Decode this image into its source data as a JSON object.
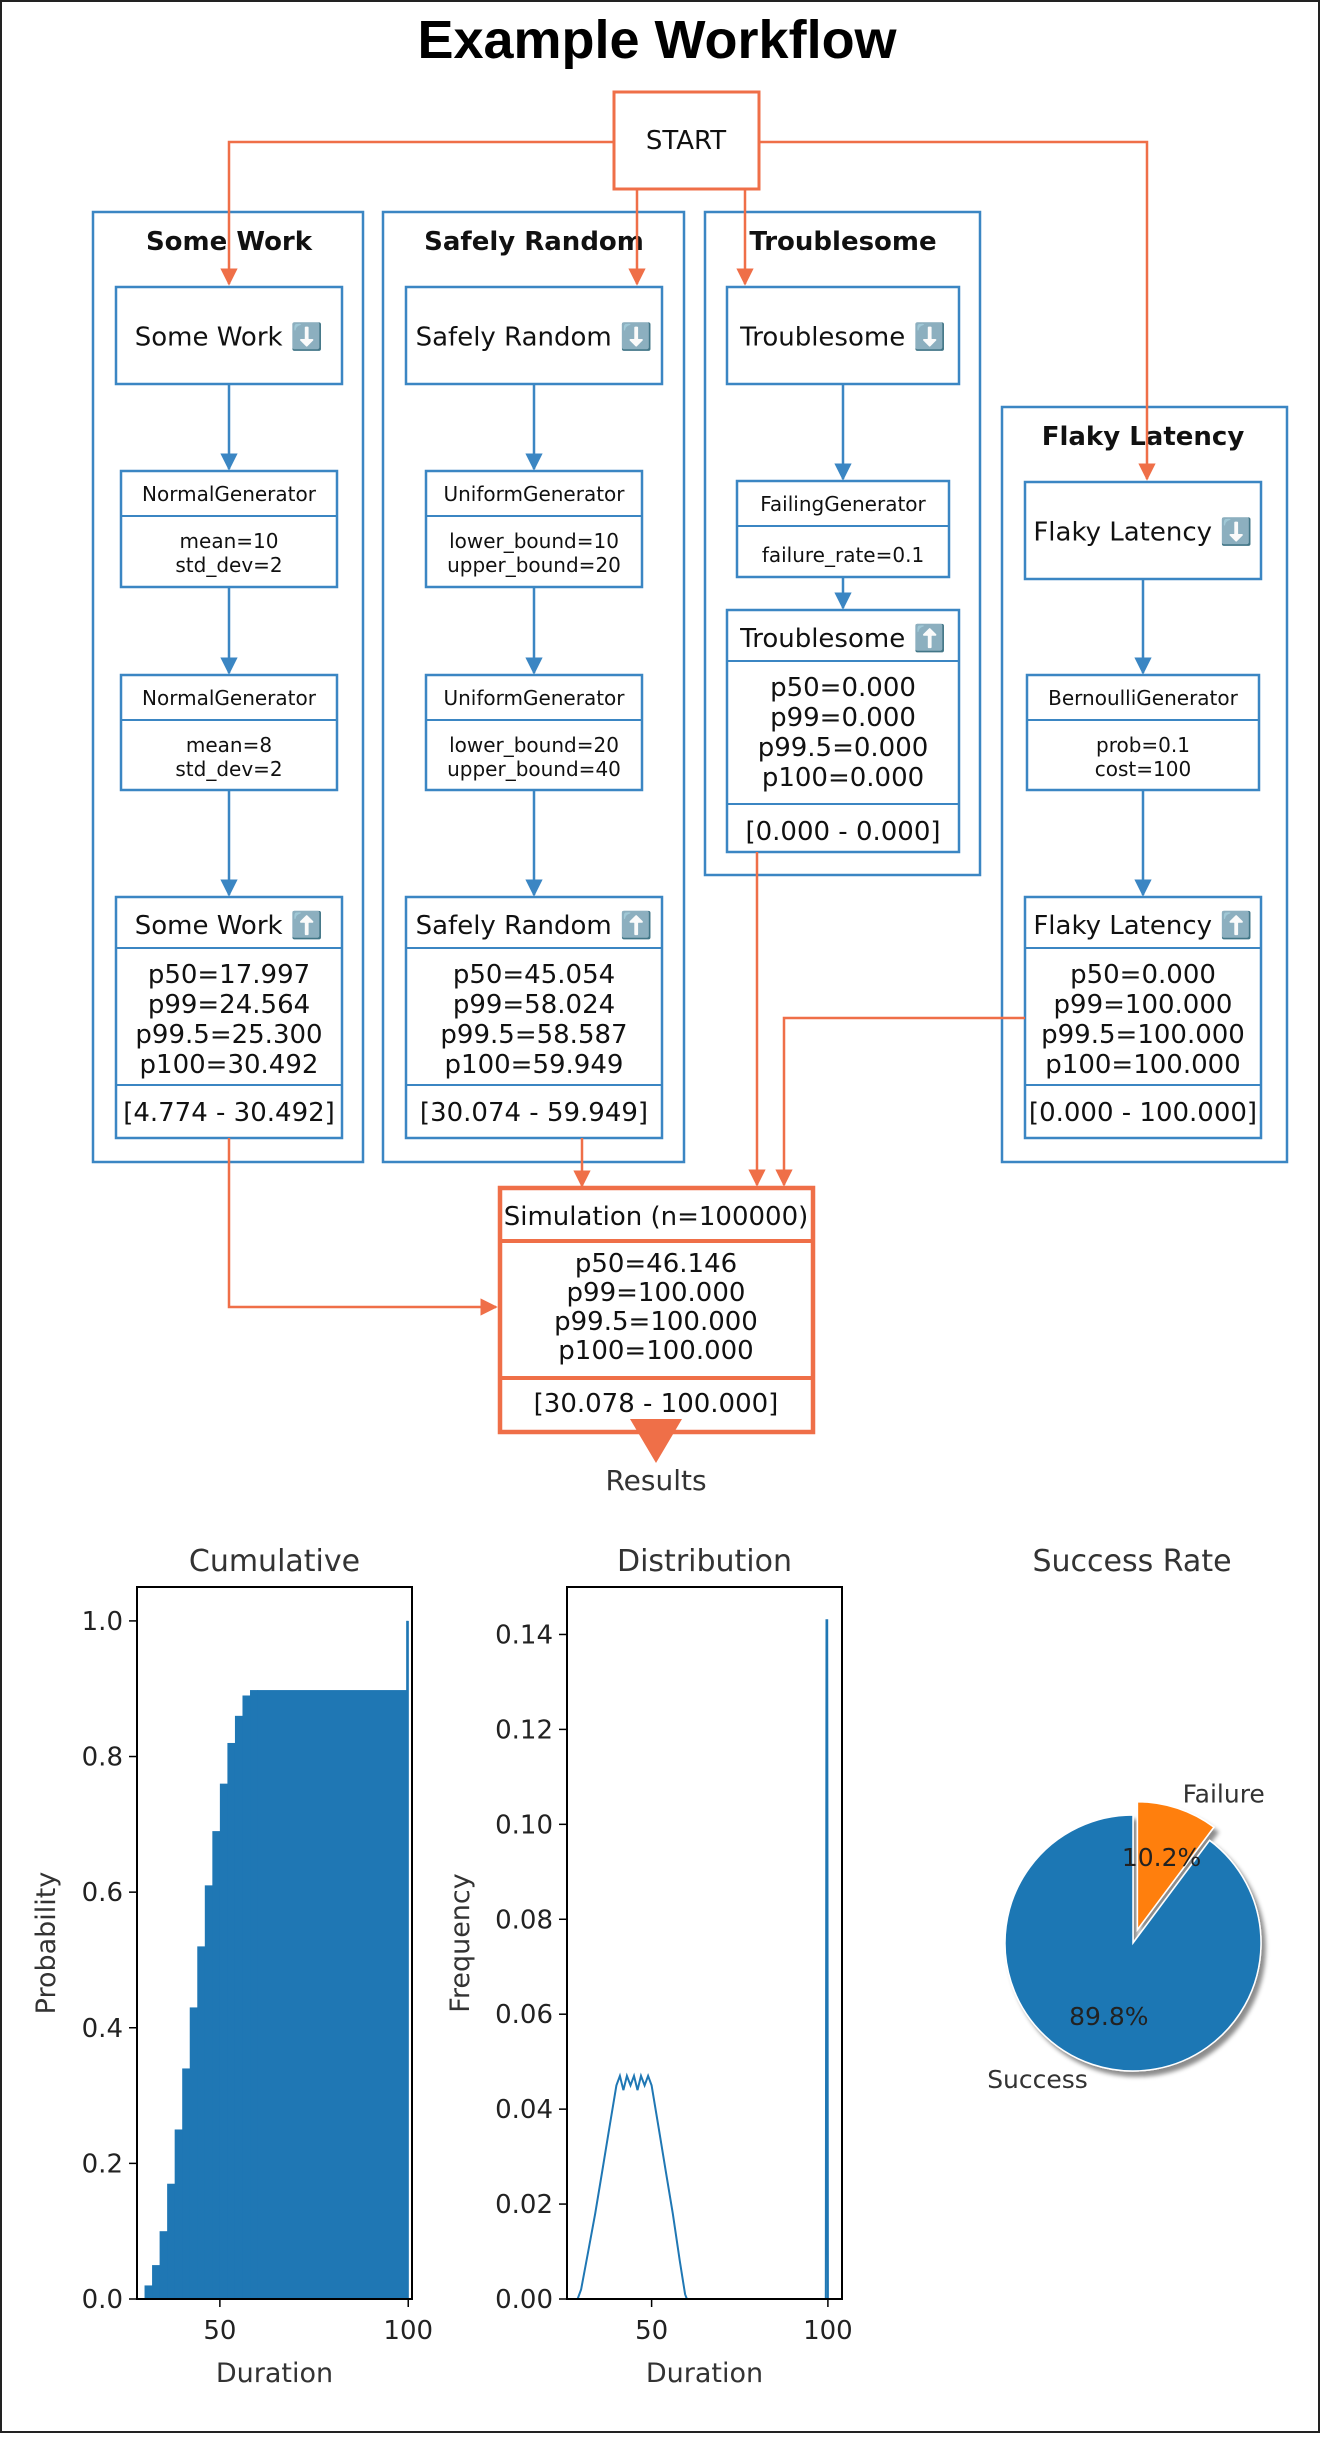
{
  "title": "Example Workflow",
  "start_label": "START",
  "clusters": [
    {
      "id": "some-work",
      "label": "Some Work",
      "entry_label": "Some Work ⬇️",
      "generators": [
        {
          "name": "NormalGenerator",
          "params": [
            "mean=10",
            "std_dev=2"
          ]
        },
        {
          "name": "NormalGenerator",
          "params": [
            "mean=8",
            "std_dev=2"
          ]
        }
      ],
      "summary_label": "Some Work ⬆️",
      "stats": [
        "p50=17.997",
        "p99=24.564",
        "p99.5=25.300",
        "p100=30.492"
      ],
      "range": "[4.774 - 30.492]"
    },
    {
      "id": "safely-random",
      "label": "Safely Random",
      "entry_label": "Safely Random ⬇️",
      "generators": [
        {
          "name": "UniformGenerator",
          "params": [
            "lower_bound=10",
            "upper_bound=20"
          ]
        },
        {
          "name": "UniformGenerator",
          "params": [
            "lower_bound=20",
            "upper_bound=40"
          ]
        }
      ],
      "summary_label": "Safely Random ⬆️",
      "stats": [
        "p50=45.054",
        "p99=58.024",
        "p99.5=58.587",
        "p100=59.949"
      ],
      "range": "[30.074 - 59.949]"
    },
    {
      "id": "troublesome",
      "label": "Troublesome",
      "entry_label": "Troublesome ⬇️",
      "generators": [
        {
          "name": "FailingGenerator",
          "params": [
            "failure_rate=0.1"
          ]
        }
      ],
      "summary_label": "Troublesome ⬆️",
      "stats": [
        "p50=0.000",
        "p99=0.000",
        "p99.5=0.000",
        "p100=0.000"
      ],
      "range": "[0.000 - 0.000]"
    },
    {
      "id": "flaky-latency",
      "label": "Flaky Latency",
      "entry_label": "Flaky Latency ⬇️",
      "generators": [
        {
          "name": "BernoulliGenerator",
          "params": [
            "prob=0.1",
            "cost=100"
          ]
        }
      ],
      "summary_label": "Flaky Latency ⬆️",
      "stats": [
        "p50=0.000",
        "p99=100.000",
        "p99.5=100.000",
        "p100=100.000"
      ],
      "range": "[0.000 - 100.000]"
    }
  ],
  "simulation": {
    "label": "Simulation (n=100000)",
    "stats": [
      "p50=46.146",
      "p99=100.000",
      "p99.5=100.000",
      "p100=100.000"
    ],
    "range": "[30.078 - 100.000]"
  },
  "results_label": "Results",
  "colors": {
    "blue": "#3b86c3",
    "orange": "#ef6f48",
    "bar": "#1f77b4",
    "pie_failure": "#ff7f0e"
  },
  "chart_data": [
    {
      "type": "area",
      "title": "Cumulative",
      "xlabel": "Duration",
      "ylabel": "Probability",
      "xlim": [
        28,
        101
      ],
      "ylim": [
        0,
        1.05
      ],
      "xticks": [
        50,
        100
      ],
      "yticks": [
        0.0,
        0.2,
        0.4,
        0.6,
        0.8,
        1.0
      ],
      "x": [
        30,
        32,
        34,
        36,
        38,
        40,
        42,
        44,
        46,
        48,
        50,
        52,
        54,
        56,
        58,
        60,
        99.5,
        100
      ],
      "y": [
        0.0,
        0.02,
        0.05,
        0.1,
        0.17,
        0.25,
        0.34,
        0.43,
        0.52,
        0.61,
        0.69,
        0.76,
        0.82,
        0.86,
        0.89,
        0.898,
        0.898,
        1.0
      ],
      "grid": false
    },
    {
      "type": "line",
      "title": "Distribution",
      "xlabel": "Duration",
      "ylabel": "Frequency",
      "xlim": [
        26,
        104
      ],
      "ylim": [
        0,
        0.15
      ],
      "xticks": [
        50,
        100
      ],
      "yticks": [
        0.0,
        0.02,
        0.04,
        0.06,
        0.08,
        0.1,
        0.12,
        0.14
      ],
      "x": [
        29,
        30,
        32,
        34,
        36,
        38,
        40,
        41,
        42,
        43,
        44,
        45,
        46,
        47,
        48,
        49,
        50,
        52,
        54,
        56,
        58,
        59.5,
        60,
        99.4,
        99.6,
        99.8,
        100
      ],
      "y": [
        0.0,
        0.002,
        0.01,
        0.018,
        0.027,
        0.036,
        0.045,
        0.047,
        0.044,
        0.047,
        0.045,
        0.047,
        0.044,
        0.047,
        0.045,
        0.047,
        0.045,
        0.036,
        0.027,
        0.018,
        0.008,
        0.001,
        0.0,
        0.0,
        0.143,
        0.143,
        0.0
      ],
      "grid": false
    },
    {
      "type": "pie",
      "title": "Success Rate",
      "slices": [
        {
          "label": "Success",
          "value": 89.8,
          "pct_label": "89.8%"
        },
        {
          "label": "Failure",
          "value": 10.2,
          "pct_label": "10.2%"
        }
      ],
      "exploded": "Failure",
      "shadow": true
    }
  ]
}
